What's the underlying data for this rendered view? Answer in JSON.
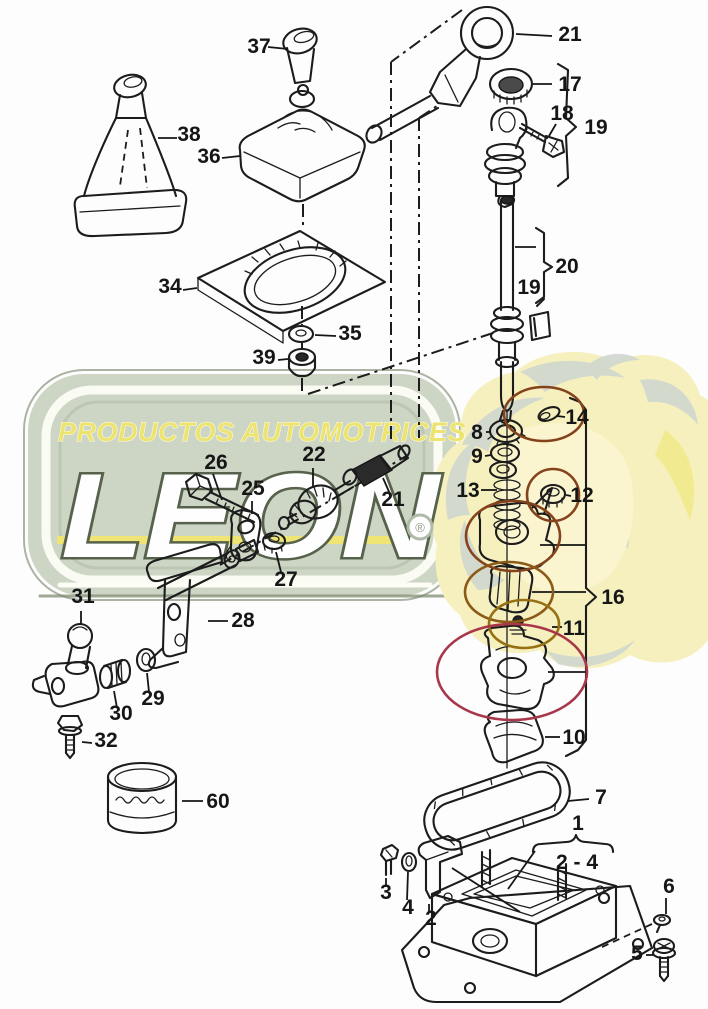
{
  "watermark": {
    "tagline": "PRODUCTOS AUTOMOTRICES",
    "brand": "LEON",
    "registered_mark": "®",
    "colors": {
      "badge_bg": "#c9d2c1",
      "badge_edge": "#8d9a83",
      "tagline_yellow": "#ece263",
      "brand_fill": "#ffffff",
      "brand_outline": "#48553c",
      "underline_yellow": "#eee36a",
      "lion_body": "#f6efba",
      "lion_mane_gray": "#ccd4cb",
      "lion_face": "#faf4cc"
    }
  },
  "highlights": {
    "ring_color_brown": "#84431c",
    "ring_color_olive": "#967013",
    "ring_color_crimson": "#a8374a",
    "circled_parts": [
      "14",
      "12",
      "16-upper",
      "16-lower",
      "11",
      "damper"
    ]
  },
  "diagram": {
    "ink": "#1c1c1c",
    "labels": {
      "n37": "37",
      "n38": "38",
      "n36": "36",
      "n34": "34",
      "n35": "35",
      "n39": "39",
      "n21_top": "21",
      "n17": "17",
      "n18": "18",
      "n19_top": "19",
      "n20": "20",
      "n19_mid": "19",
      "n14": "14",
      "n8": "8",
      "n9": "9",
      "n13": "13",
      "n12": "12",
      "n16": "16",
      "n11": "11",
      "n10": "10",
      "n26": "26",
      "n25": "25",
      "n22": "22",
      "n21_mid": "21",
      "n27": "27",
      "n28": "28",
      "n31": "31",
      "n30": "30",
      "n29": "29",
      "n32": "32",
      "n60": "60",
      "n7": "7",
      "n1": "1",
      "n2_4": "2 - 4",
      "n3": "3",
      "n4": "4",
      "n2": "2",
      "n6": "6",
      "n5": "5"
    }
  }
}
